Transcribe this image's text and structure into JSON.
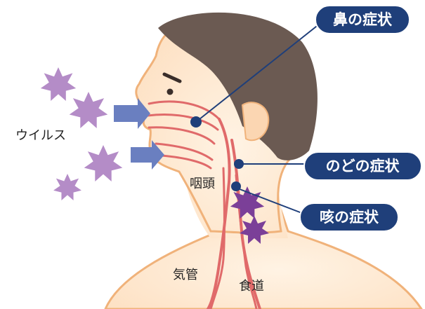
{
  "labels": {
    "virus": "ウイルス",
    "pharynx": "咽頭",
    "trachea": "気管",
    "esophagus": "食道"
  },
  "callouts": {
    "nose": "鼻の症状",
    "throat": "のどの症状",
    "cough": "咳の症状"
  },
  "colors": {
    "skin": "#fde3c7",
    "skin_outline": "#f0b27a",
    "hair": "#6b5a52",
    "airway": "#e06a6a",
    "callout_bg": "#1f3f7a",
    "arrow": "#6a7fc0",
    "virus_light": "#b48cc7",
    "virus_dark": "#7b3f98"
  },
  "icons": [
    "virus-icon",
    "arrow-icon",
    "callout-dot"
  ]
}
